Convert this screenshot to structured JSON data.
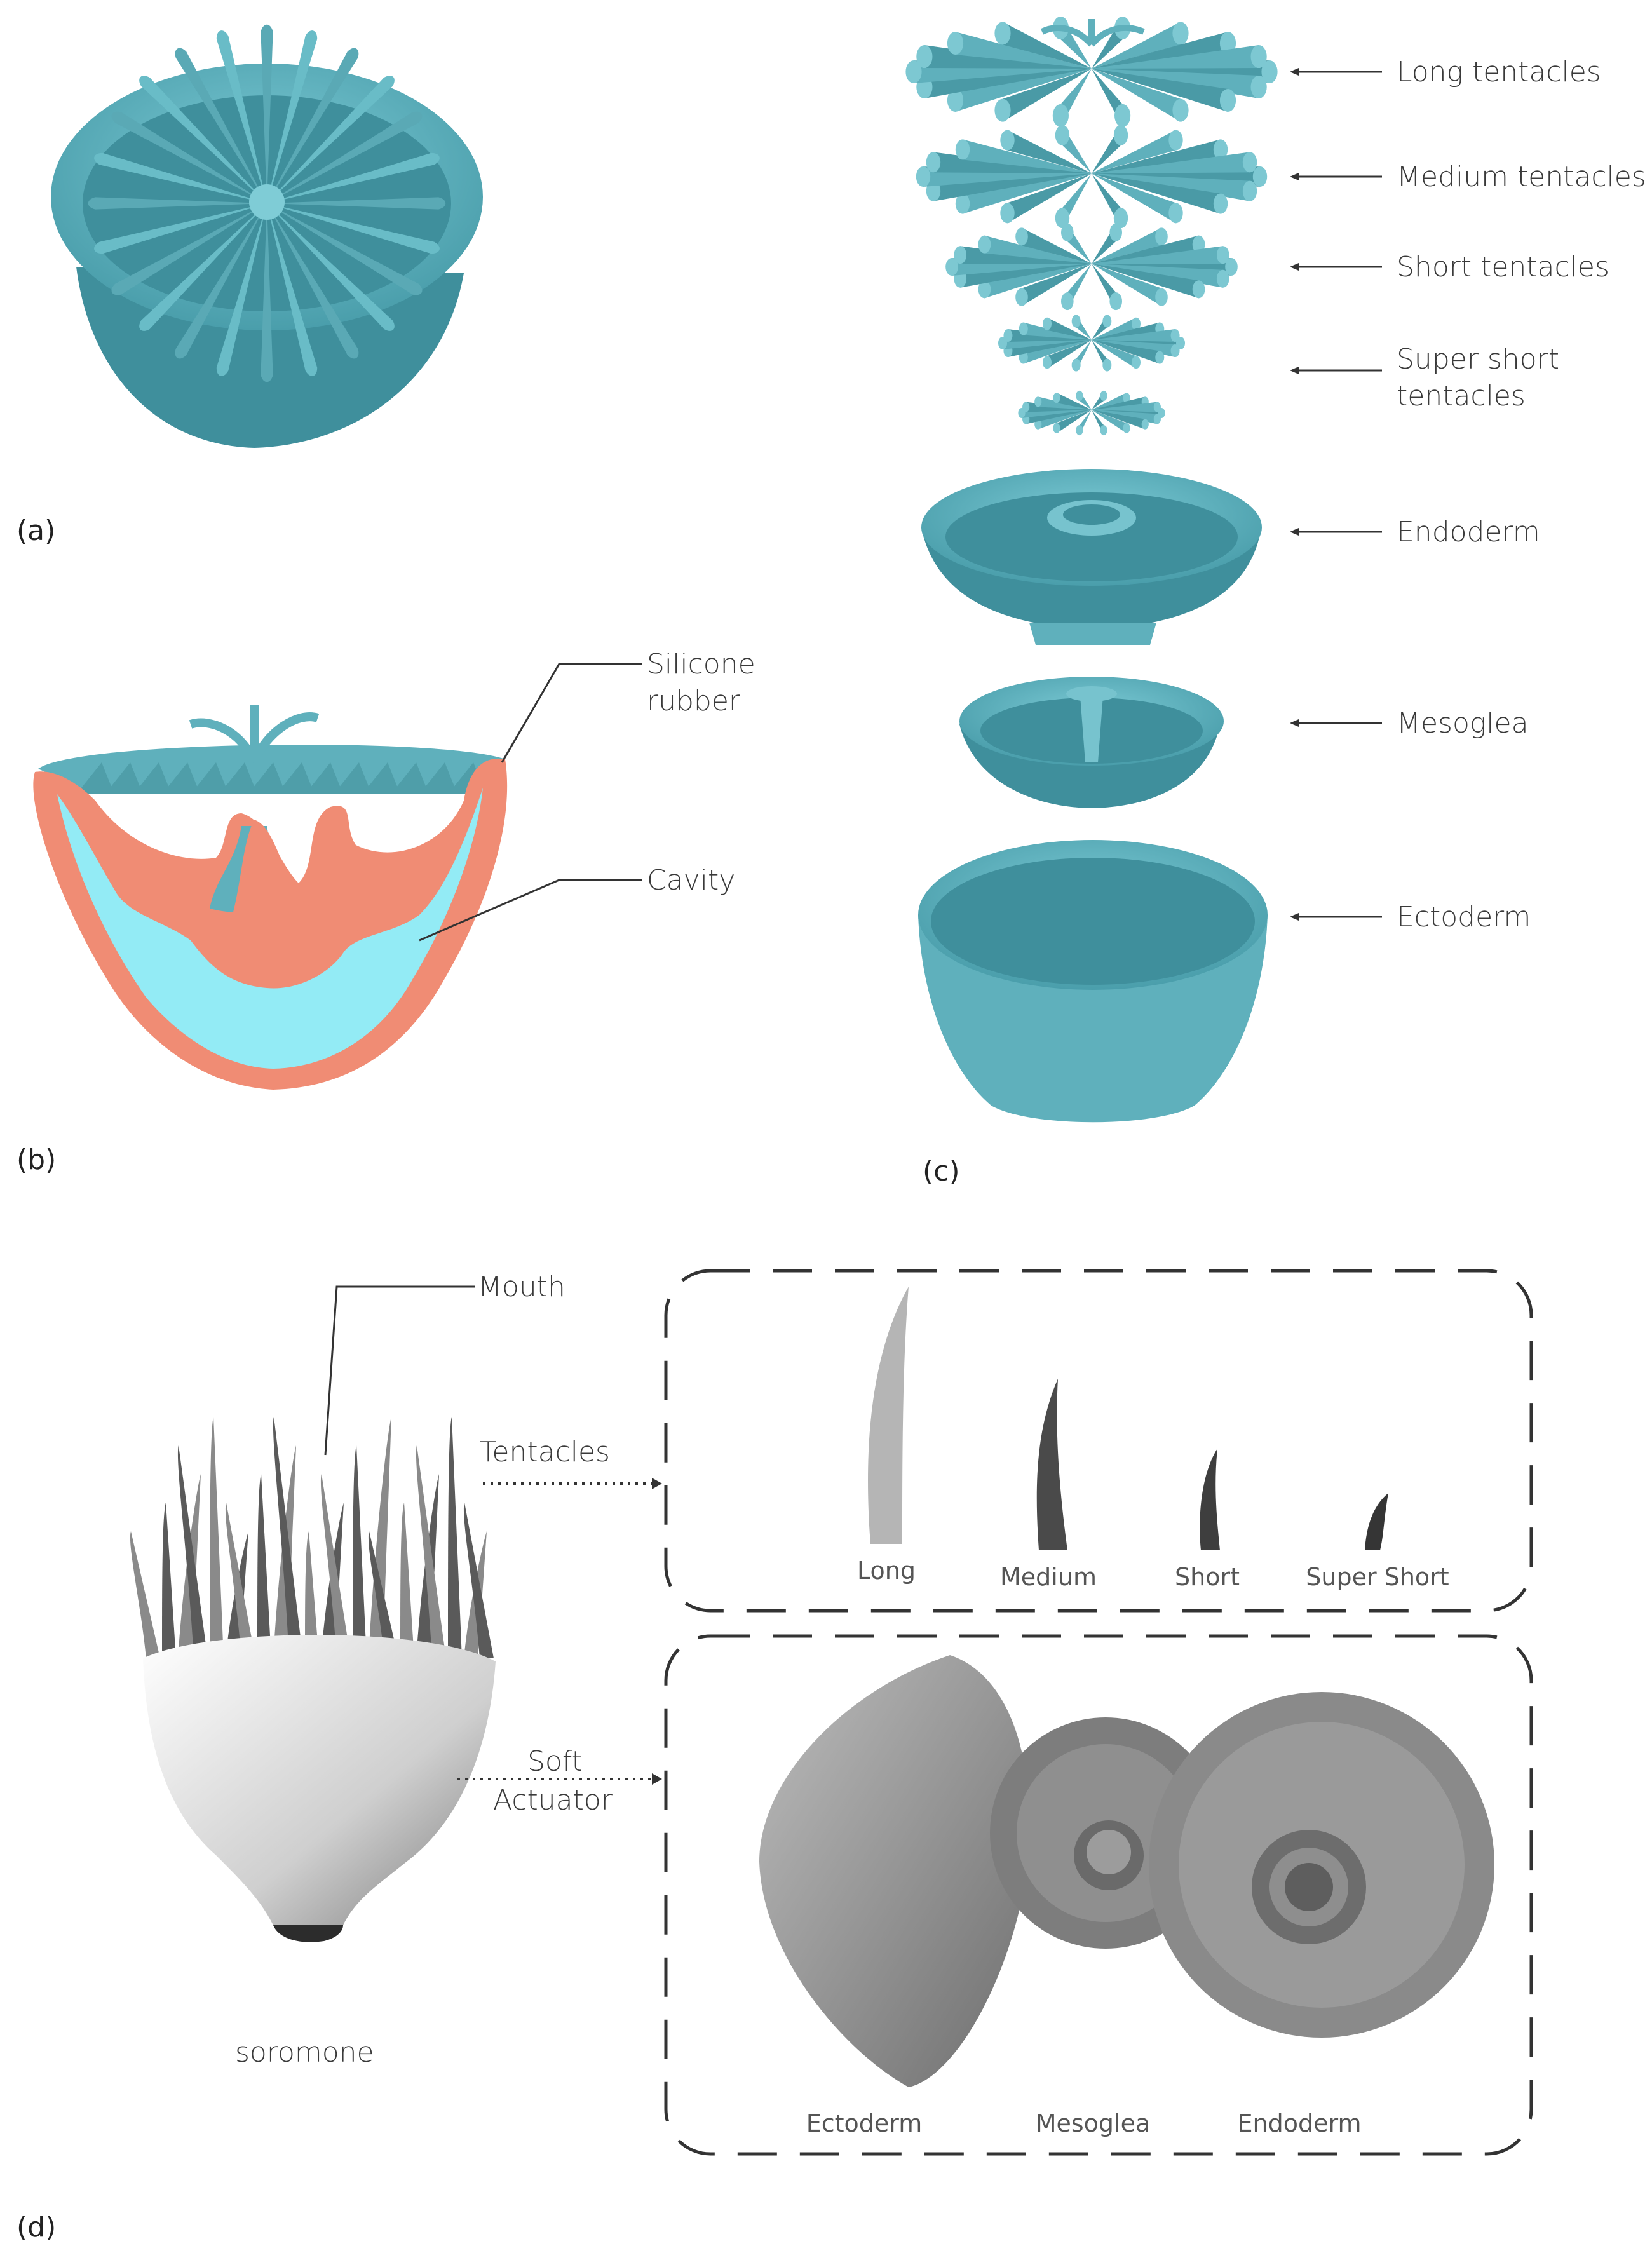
{
  "panels": {
    "a": "(a)",
    "b": "(b)",
    "c": "(c)",
    "d": "(d)"
  },
  "b_labels": {
    "silicone_line1": "Silicone",
    "silicone_line2": "rubber",
    "cavity": "Cavity"
  },
  "c_labels": {
    "long": "Long tentacles",
    "medium": "Medium tentacles",
    "short": "Short tentacles",
    "super_line1": "Super short",
    "super_line2": "tentacles",
    "endoderm": "Endoderm",
    "mesoglea": "Mesoglea",
    "ectoderm": "Ectoderm"
  },
  "d_labels": {
    "mouth": "Mouth",
    "tentacles": "Tentacles",
    "soft_line1": "Soft",
    "soft_line2": "Actuator",
    "name": "soromone",
    "long": "Long",
    "medium": "Medium",
    "short": "Short",
    "super_short": "Super Short",
    "ectoderm": "Ectoderm",
    "mesoglea": "Mesoglea",
    "endoderm": "Endoderm"
  },
  "colors": {
    "teal": "#5fb0bc",
    "silicone": "#f08c74",
    "cavity": "#93ebf5"
  }
}
